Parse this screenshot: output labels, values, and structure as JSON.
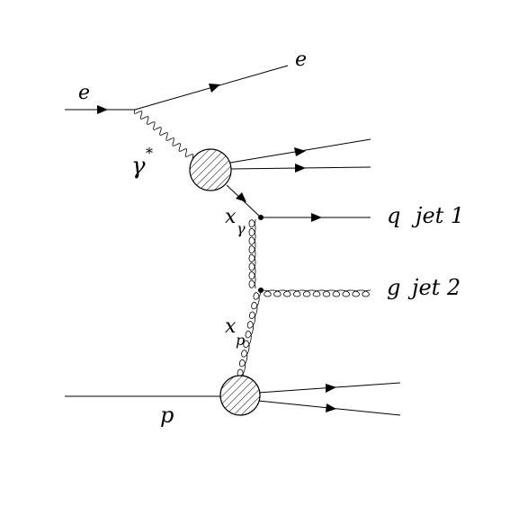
{
  "labels": {
    "e_in": "e",
    "e_out": "e",
    "photon": "γ",
    "photon_star": "*",
    "x_gamma_x": "x",
    "x_gamma_sub": "γ",
    "x_p_x": "x",
    "x_p_sub": "p",
    "q": "q",
    "jet1": "jet 1",
    "g": "g",
    "jet2": "jet 2",
    "p": "p"
  },
  "colors": {
    "ink": "#000000",
    "background": "#ffffff"
  }
}
